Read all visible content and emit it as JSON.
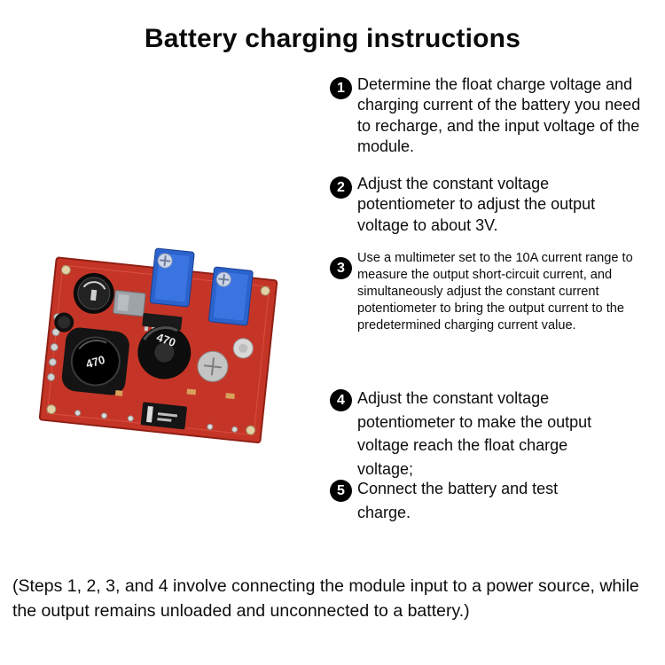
{
  "title": "Battery charging instructions",
  "steps": [
    {
      "num": "1",
      "text": "Determine the float charge voltage and charging current of the battery you need to recharge, and the input voltage of the module."
    },
    {
      "num": "2",
      "text": "Adjust the constant voltage potentiometer to adjust the output voltage to about 3V."
    },
    {
      "num": "3",
      "text": "Use a multimeter set to the 10A current range to measure the output short-circuit current, and simultaneously adjust the constant current potentiometer to bring the output current to the predetermined charging current value."
    },
    {
      "num": "4",
      "text": "Adjust the constant voltage potentiometer to make the output voltage reach the float charge voltage;"
    },
    {
      "num": "5",
      "text": "Connect the battery and test charge."
    }
  ],
  "footnote": "(Steps 1, 2, 3, and 4 involve connecting the module input to a power source, while the output remains unloaded and unconnected to a battery.)",
  "board": {
    "inductor_label": "470",
    "board_color": "#c53527",
    "pot_color": "#2b62cc"
  }
}
